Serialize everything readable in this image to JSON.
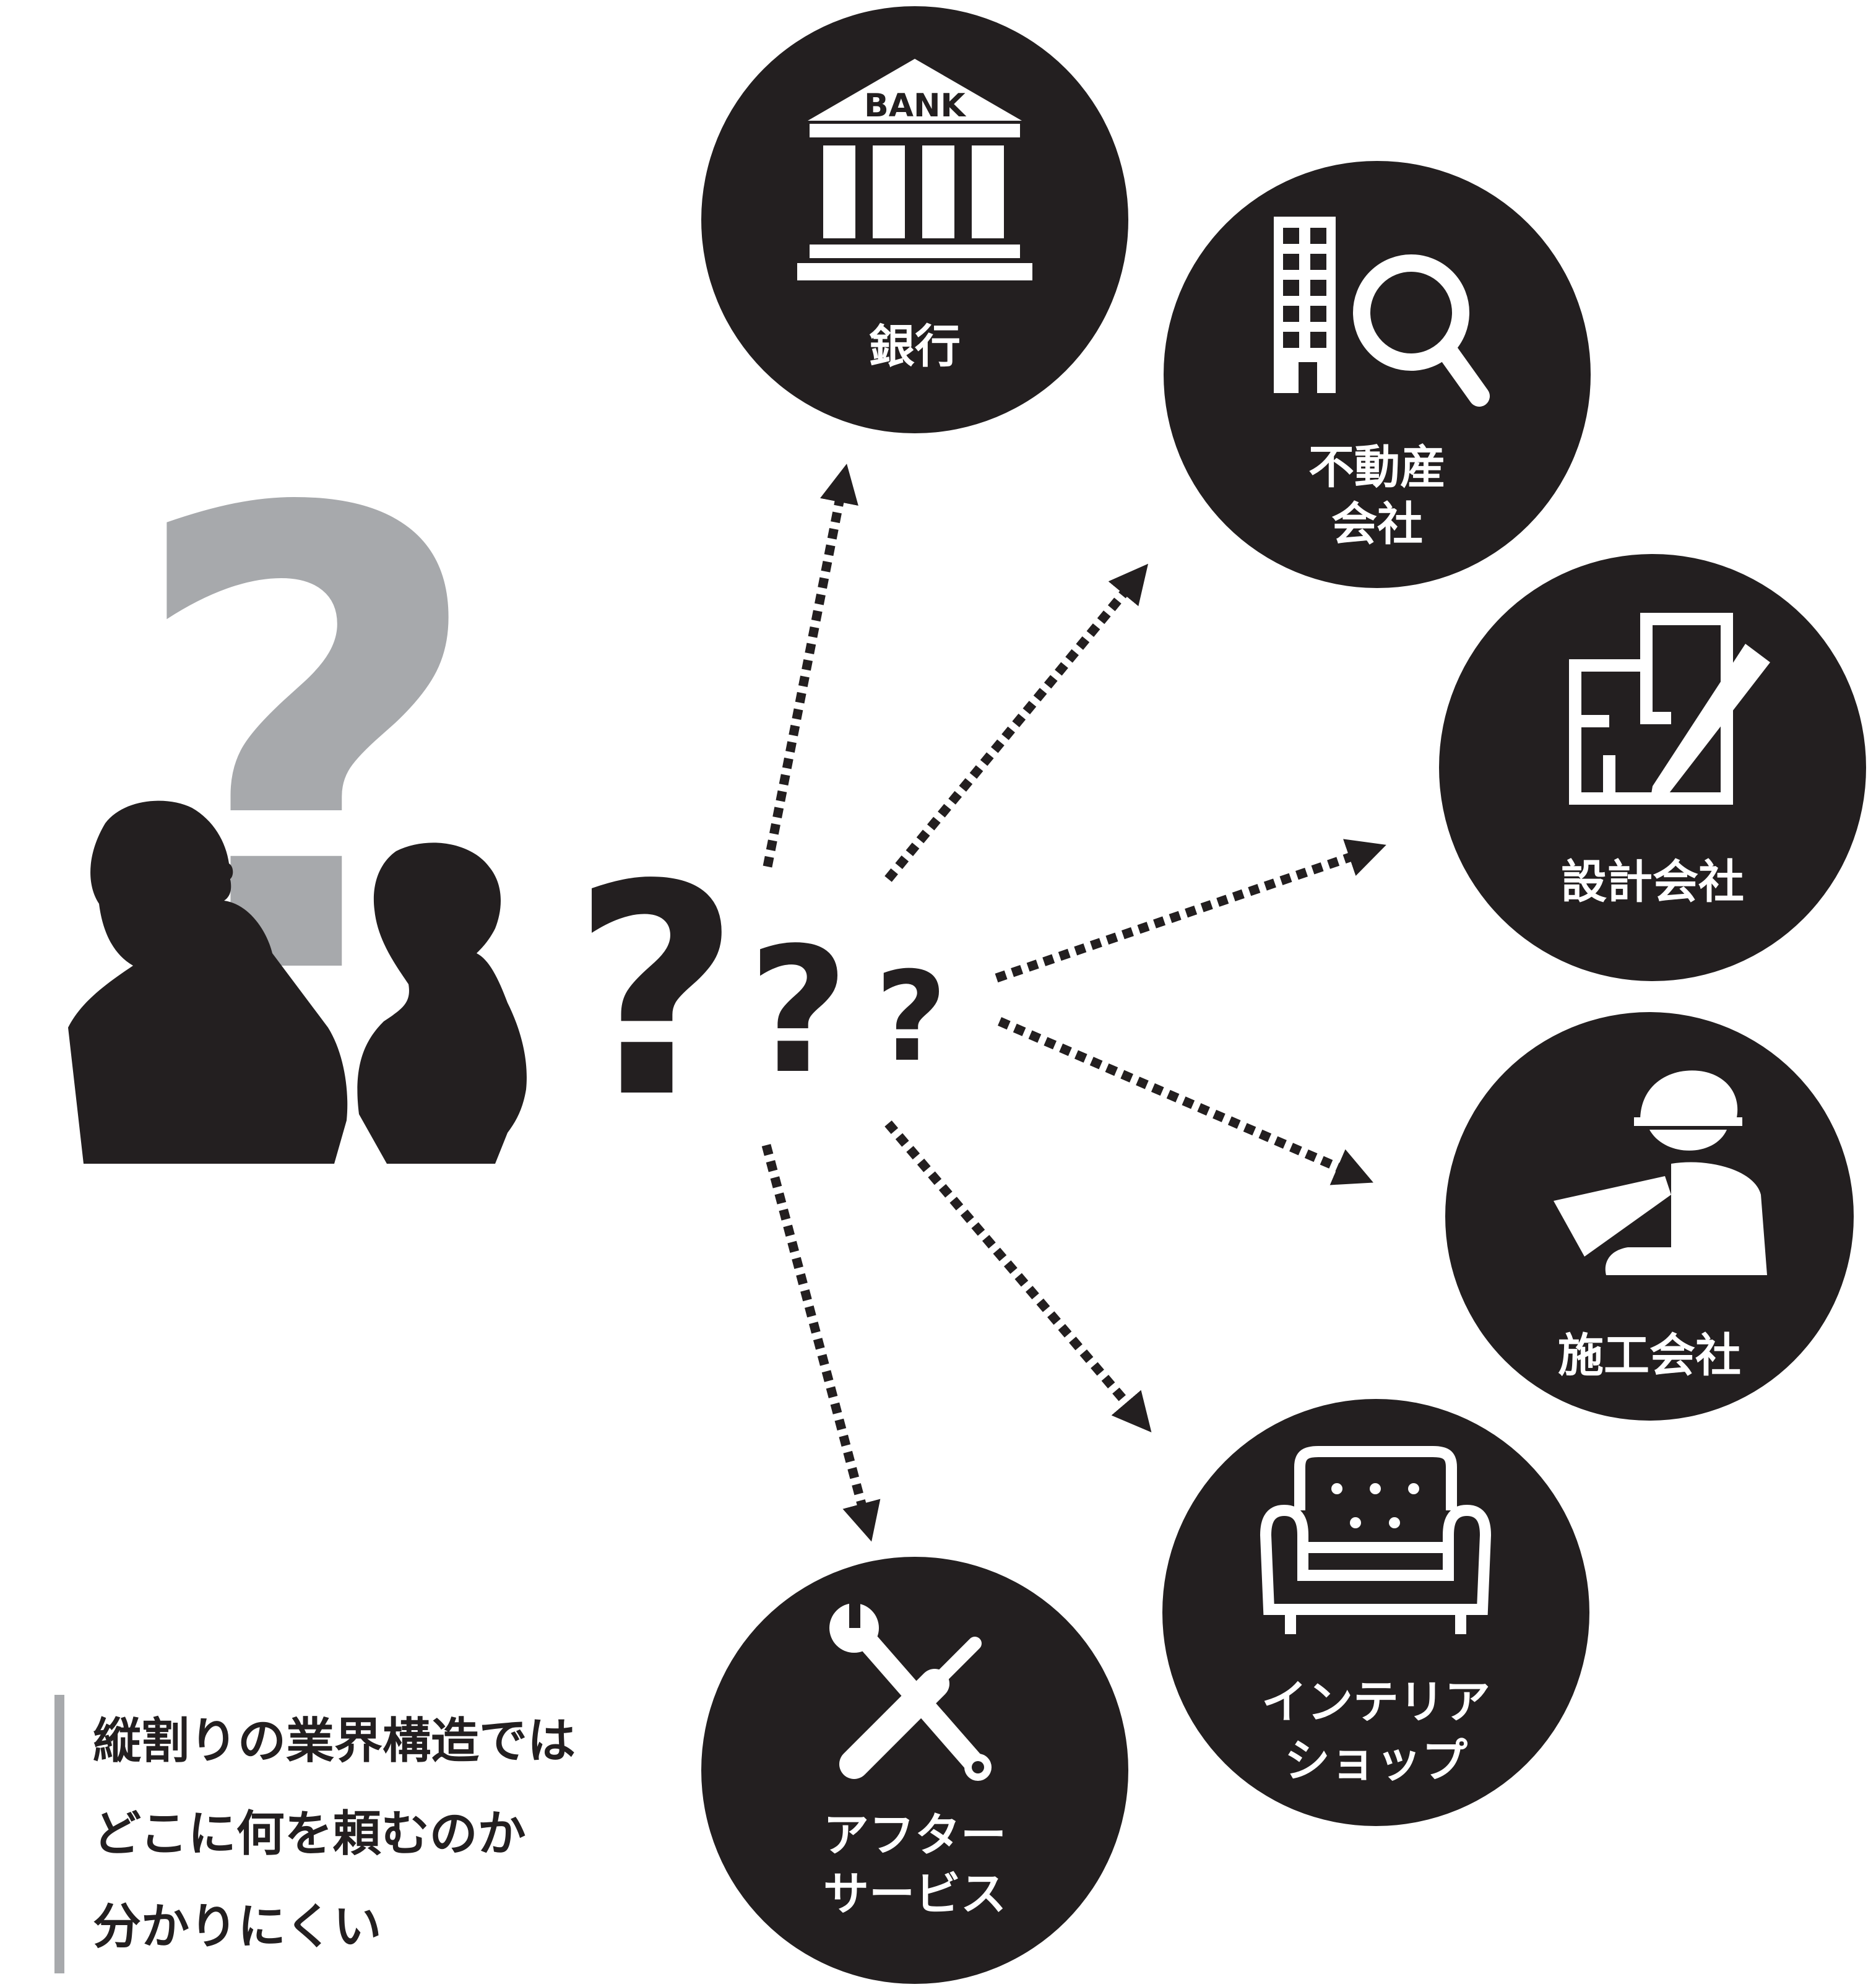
{
  "question_marks": [
    "?",
    "?",
    "?",
    "?"
  ],
  "bank_icon_text": "BANK",
  "nodes": [
    {
      "id": "bank",
      "lines": [
        "銀行"
      ],
      "icon": "bank-icon"
    },
    {
      "id": "real-estate",
      "lines": [
        "不動産",
        "会社"
      ],
      "icon": "building-search-icon"
    },
    {
      "id": "design",
      "lines": [
        "設計会社"
      ],
      "icon": "floorplan-pencil-icon"
    },
    {
      "id": "construction",
      "lines": [
        "施工会社"
      ],
      "icon": "worker-blueprint-icon"
    },
    {
      "id": "interior",
      "lines": [
        "インテリア",
        "ショップ"
      ],
      "icon": "sofa-icon"
    },
    {
      "id": "after-service",
      "lines": [
        "アフター",
        "サービス"
      ],
      "icon": "wrench-screwdriver-icon"
    }
  ],
  "people_icon": "thinking-couple-silhouette-icon",
  "caption": {
    "lines": [
      "縦割りの業界構造では",
      "どこに何を頼むのか",
      "分かりにくい"
    ]
  },
  "colors": {
    "dark": "#231f20",
    "gray": "#a7a9ac",
    "white": "#ffffff"
  }
}
